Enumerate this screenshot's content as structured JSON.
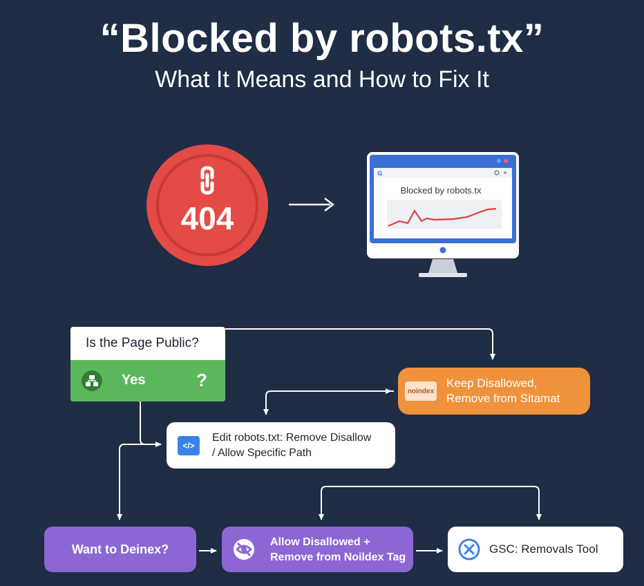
{
  "header": {
    "title": "“Blocked by robots.tx”",
    "subtitle": "What It Means and How to Fix It"
  },
  "hero": {
    "error_code": "404",
    "monitor_label": "Blocked by robots.tx"
  },
  "flow": {
    "question": "Is the Page Public?",
    "yes_label": "Yes",
    "question_mark": "?",
    "keep_icon_label": "noindex",
    "keep_line1": "Keep Disallowed,",
    "keep_line2": "Remove from Sitamat",
    "edit_line1": "Edit robots.txt: Remove Disallow",
    "edit_line2": "/ Allow Specific Path",
    "deindex": "Want to Deinex?",
    "allow_line1": "Allow Disallowed +",
    "allow_line2": "Remove from Noildex Tag",
    "gsc": "GSC: Removals Tool"
  },
  "colors": {
    "background": "#1f2d45",
    "badge": "#e44b46",
    "yes_green": "#5cb85c",
    "keep_orange": "#f0923c",
    "purple": "#8c67d4",
    "monitor_blue": "#3b6fd8",
    "chart_red": "#e0403a"
  },
  "icons": {
    "badge": "broken-link-icon",
    "yes": "sitemap-icon",
    "keep": "noindex-tag-icon",
    "edit": "code-file-icon",
    "allow": "eye-slash-icon",
    "gsc": "close-circle-icon"
  }
}
